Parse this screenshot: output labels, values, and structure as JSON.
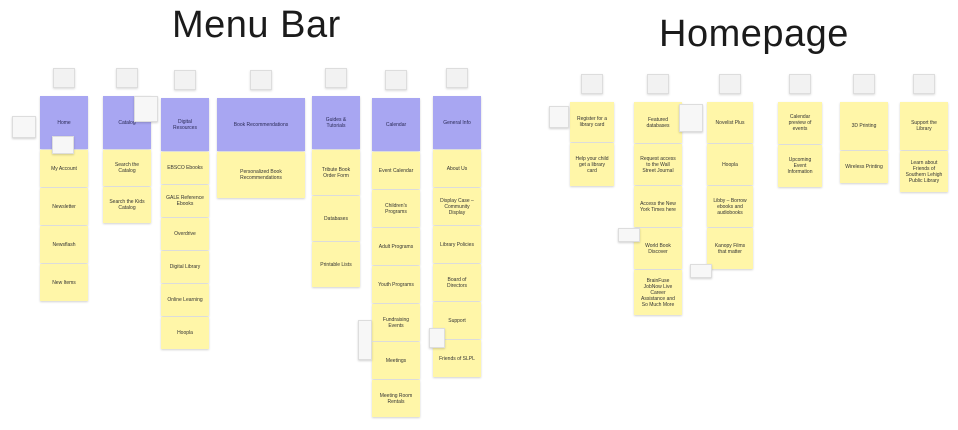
{
  "board": {
    "left_title": "Menu Bar",
    "right_title": "Homepage"
  },
  "menu_bar": [
    {
      "header": "Home",
      "items": [
        "My Account",
        "Newsletter",
        "Newsflash",
        "New Items"
      ]
    },
    {
      "header": "Catalog",
      "items": [
        "Search the Catalog",
        "Search the Kids Catalog"
      ]
    },
    {
      "header": "Digital Resources",
      "items": [
        "EBSCO Ebooks",
        "GALE Reference Ebooks",
        "Overdrive",
        "Digital Library",
        "Online Learning",
        "Hoopla"
      ]
    },
    {
      "header": "Book Recommendations",
      "items": [
        "Personalized Book Recommendations"
      ]
    },
    {
      "header": "Guides & Tutorials",
      "items": [
        "Tribute Book Order Form",
        "Databases",
        "Printable Lists"
      ]
    },
    {
      "header": "Calendar",
      "items": [
        "Event Calendar",
        "Children's Programs",
        "Adult Programs",
        "Youth Programs",
        "Fundraising Events",
        "Meetings",
        "Meeting Room Rentals"
      ]
    },
    {
      "header": "General Info",
      "items": [
        "About Us",
        "Display Case – Community Display",
        "Library Policies",
        "Board of Directors",
        "Support",
        "Friends of SLPL"
      ]
    }
  ],
  "homepage": [
    {
      "items": [
        "Register for a library card",
        "Help your child get a library card"
      ]
    },
    {
      "items": [
        "Featured databases",
        "Request access to the Wall Street Journal",
        "Access the New York Times here",
        "World Book Discover",
        "BrainFuse JobNow Live Career Assistance and So Much More"
      ]
    },
    {
      "items": [
        "Novelist Plus",
        "Hoopla",
        "Libby – Borrow ebooks and audiobooks",
        "Kanopy Films that matter"
      ]
    },
    {
      "items": [
        "Calendar preview of events",
        "Upcoming Event Information"
      ]
    },
    {
      "items": [
        "3D Printing",
        "Wireless Printing"
      ]
    },
    {
      "items": [
        "Support the Library",
        "Learn about Friends of Southern Lehigh Public Library"
      ]
    }
  ]
}
